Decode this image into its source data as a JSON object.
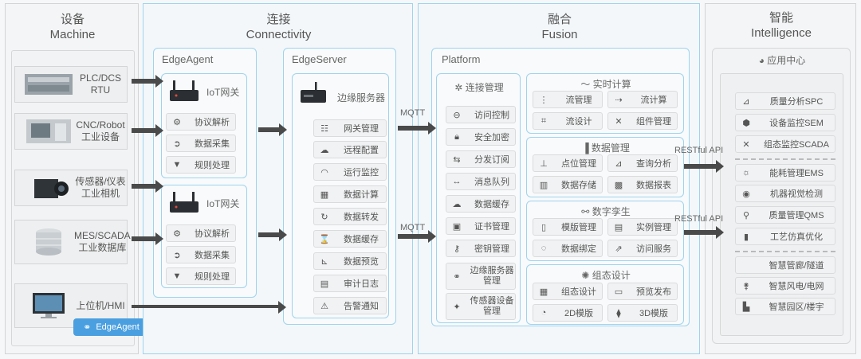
{
  "columns": {
    "machine": {
      "zh": "设备",
      "en": "Machine"
    },
    "connectivity": {
      "zh": "连接",
      "en": "Connectivity"
    },
    "fusion": {
      "zh": "融合",
      "en": "Fusion"
    },
    "intelligence": {
      "zh": "智能",
      "en": "Intelligence"
    }
  },
  "machines": [
    {
      "line1": "PLC/DCS",
      "line2": "RTU"
    },
    {
      "line1": "CNC/Robot",
      "line2": "工业设备"
    },
    {
      "line1": "传感器/仪表",
      "line2": "工业相机"
    },
    {
      "line1": "MES/SCADA",
      "line2": "工业数据库"
    },
    {
      "line1": "上位机/HMI",
      "line2": ""
    }
  ],
  "edge_agent_badge": "EdgeAgent",
  "edge_agent": {
    "title": "EdgeAgent",
    "gateway_label": "IoT网关",
    "items": [
      "协议解析",
      "数据采集",
      "规则处理"
    ]
  },
  "edge_server": {
    "title": "EdgeServer",
    "label": "边缘服务器",
    "items": [
      "网关管理",
      "远程配置",
      "运行监控",
      "数据计算",
      "数据转发",
      "数据缓存",
      "数据预览",
      "审计日志",
      "告警通知"
    ]
  },
  "protocols": {
    "mqtt1": "MQTT",
    "mqtt2": "MQTT",
    "rest1": "RESTful API",
    "rest2": "RESTful API"
  },
  "platform": {
    "title": "Platform",
    "connection": {
      "title": "连接管理",
      "items": [
        "访问控制",
        "安全加密",
        "分发订阅",
        "消息队列",
        "数据缓存",
        "证书管理",
        "密钥管理",
        "边缘服务器管理",
        "传感器设备管理"
      ]
    },
    "realtime": {
      "title": "实时计算",
      "items": [
        "流管理",
        "流计算",
        "流设计",
        "组件管理"
      ]
    },
    "data_mgmt": {
      "title": "数据管理",
      "items": [
        "点位管理",
        "查询分析",
        "数据存储",
        "数据报表"
      ]
    },
    "twin": {
      "title": "数字孪生",
      "items": [
        "模版管理",
        "实例管理",
        "数据绑定",
        "访问服务"
      ]
    },
    "config": {
      "title": "组态设计",
      "items": [
        "组态设计",
        "预览发布",
        "2D模版",
        "3D模版"
      ]
    }
  },
  "intelligence": {
    "title": "应用中心",
    "group1": [
      "质量分析SPC",
      "设备监控SEM",
      "组态监控SCADA"
    ],
    "group2": [
      "能耗管理EMS",
      "机器视觉检测",
      "质量管理QMS",
      "工艺仿真优化"
    ],
    "group3": [
      "智慧管廊/隧道",
      "智慧风电/电网",
      "智慧园区/楼宇"
    ]
  }
}
